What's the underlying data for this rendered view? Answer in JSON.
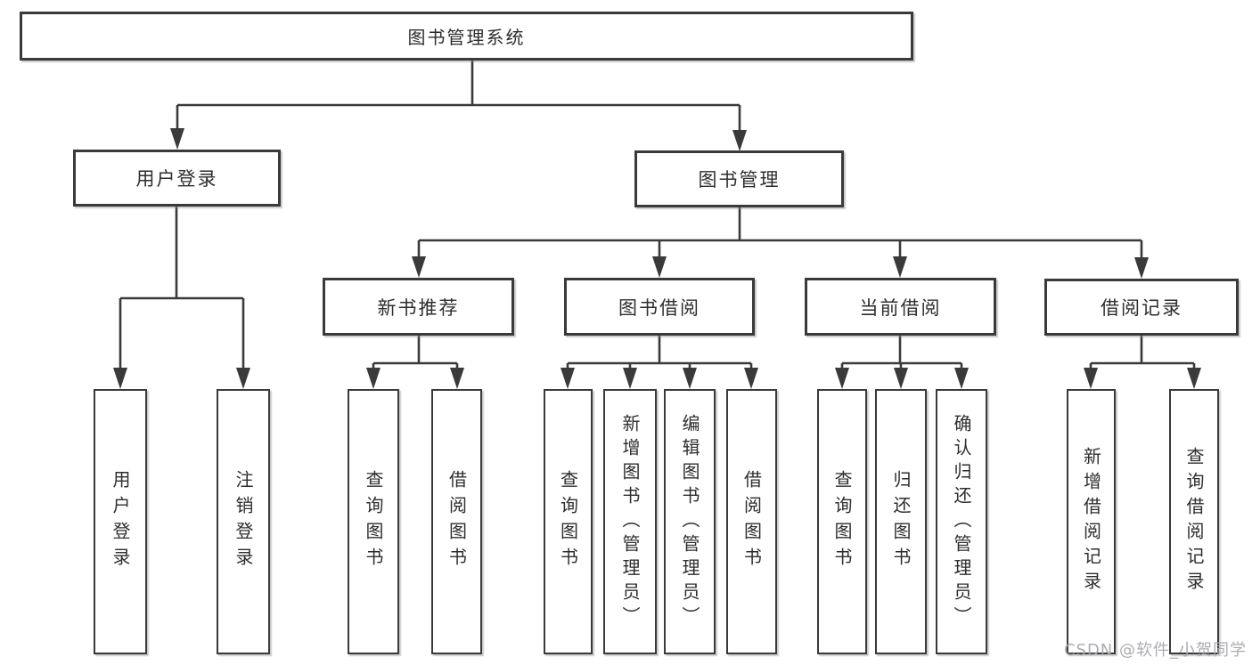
{
  "diagram": {
    "title": "图书管理系统",
    "watermark": "CSDN @软件_小贺同学",
    "line_color": "#3a3a3a",
    "box_background": "#ffffff",
    "nodes": {
      "root": {
        "label": "图书管理系统"
      },
      "user_login": {
        "label": "用户登录"
      },
      "book_mgmt": {
        "label": "图书管理"
      },
      "new_book_rec": {
        "label": "新书推荐"
      },
      "book_borrow": {
        "label": "图书借阅"
      },
      "current_borrow": {
        "label": "当前借阅"
      },
      "borrow_record": {
        "label": "借阅记录"
      },
      "leaf_user_login": {
        "label": "用户登录"
      },
      "leaf_logout": {
        "label": "注销登录"
      },
      "leaf_query_books_rec": {
        "label": "查询图书"
      },
      "leaf_borrow_books_rec": {
        "label": "借阅图书"
      },
      "leaf_query_books_borrow": {
        "label": "查询图书"
      },
      "leaf_add_books": {
        "label": "新增图书（管理员）"
      },
      "leaf_edit_books": {
        "label": "编辑图书（管理员）"
      },
      "leaf_borrow_books": {
        "label": "借阅图书"
      },
      "leaf_query_books_cur": {
        "label": "查询图书"
      },
      "leaf_return_books": {
        "label": "归还图书"
      },
      "leaf_confirm_return": {
        "label": "确认归还（管理员）"
      },
      "leaf_add_borrow_record": {
        "label": "新增借阅记录"
      },
      "leaf_query_borrow_record": {
        "label": "查询借阅记录"
      }
    },
    "hierarchy": {
      "图书管理系统": {
        "用户登录": [
          "用户登录",
          "注销登录"
        ],
        "图书管理": {
          "新书推荐": [
            "查询图书",
            "借阅图书"
          ],
          "图书借阅": [
            "查询图书",
            "新增图书（管理员）",
            "编辑图书（管理员）",
            "借阅图书"
          ],
          "当前借阅": [
            "查询图书",
            "归还图书",
            "确认归还（管理员）"
          ],
          "借阅记录": [
            "新增借阅记录",
            "查询借阅记录"
          ]
        }
      }
    }
  }
}
